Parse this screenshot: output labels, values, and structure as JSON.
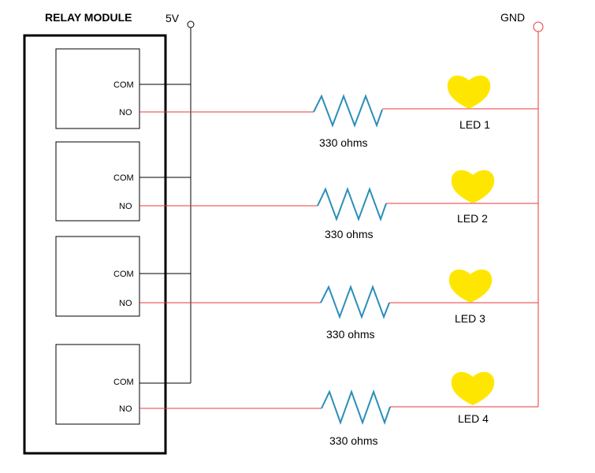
{
  "diagram": {
    "title": "RELAY MODULE",
    "supply_label": "5V",
    "ground_label": "GND",
    "channels": [
      {
        "com_label": "COM",
        "no_label": "NO",
        "resistor_label": "330 ohms",
        "led_label": "LED 1"
      },
      {
        "com_label": "COM",
        "no_label": "NO",
        "resistor_label": "330 ohms",
        "led_label": "LED 2"
      },
      {
        "com_label": "COM",
        "no_label": "NO",
        "resistor_label": "330 ohms",
        "led_label": "LED 3"
      },
      {
        "com_label": "COM",
        "no_label": "NO",
        "resistor_label": "330 ohms",
        "led_label": "LED 4"
      }
    ],
    "colors": {
      "wire_supply": "#000000",
      "wire_signal": "#e8383d",
      "resistor": "#2b8fb8",
      "led": "#ffe600",
      "module_border": "#000000"
    }
  }
}
